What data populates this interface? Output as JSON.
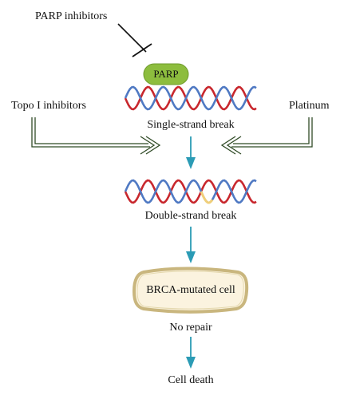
{
  "labels": {
    "parp_inhibitors": "PARP inhibitors",
    "parp": "PARP",
    "single_strand_break": "Single-strand break",
    "topo_inhibitors": "Topo I inhibitors",
    "platinum": "Platinum",
    "double_strand_break": "Double-strand break",
    "brca_cell": "BRCA-mutated cell",
    "no_repair": "No repair",
    "cell_death": "Cell death"
  },
  "colors": {
    "strand_red": "#c8272d",
    "strand_blue": "#4f79c3",
    "break_yellow": "#f0cf7a",
    "arrow_teal": "#2b9bb5",
    "inhibitor_green": "#2f4a25",
    "parp_fill": "#8dbd3e",
    "cell_fill": "#fbf3df",
    "cell_border": "#c9b67e"
  }
}
